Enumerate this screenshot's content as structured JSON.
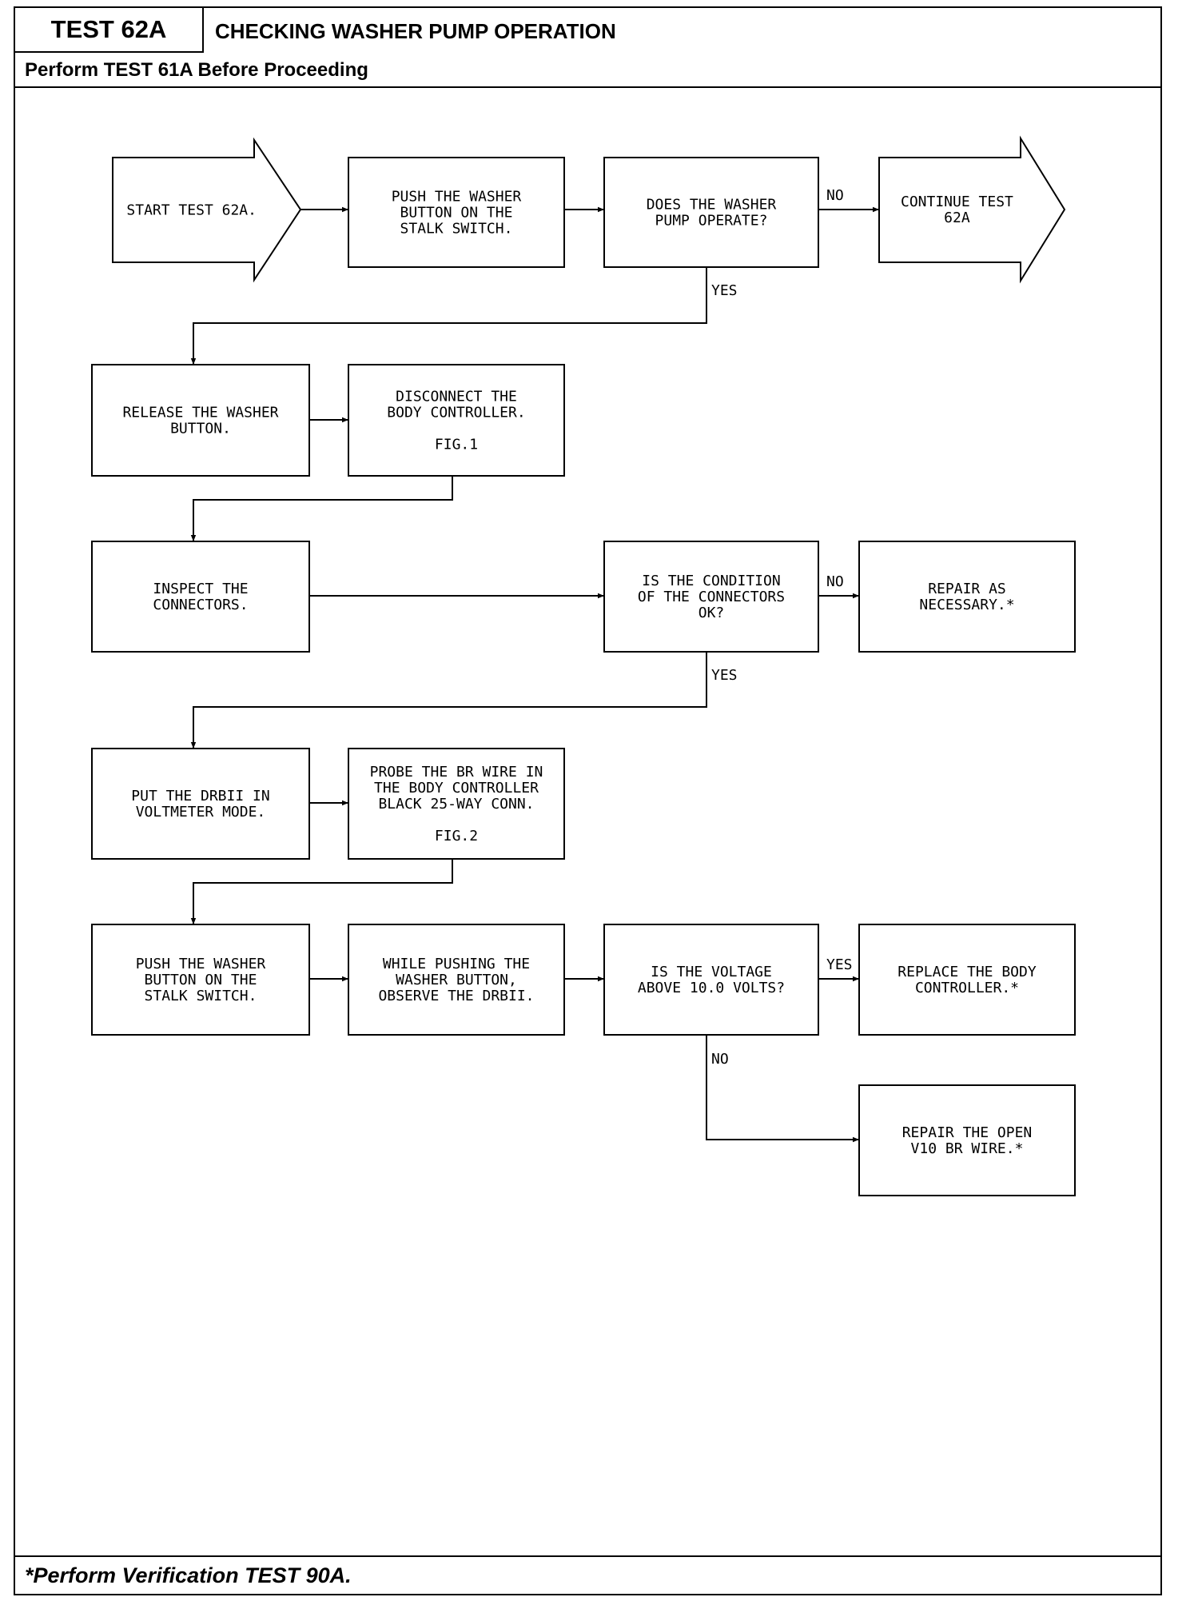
{
  "header": {
    "test_id": "TEST 62A",
    "title": "CHECKING WASHER PUMP OPERATION",
    "prerequisite": "Perform TEST 61A Before Proceeding"
  },
  "footer": {
    "note": "*Perform Verification TEST 90A."
  },
  "nodes": {
    "start": [
      "START TEST 62A."
    ],
    "push1": [
      "PUSH THE WASHER",
      "BUTTON ON THE",
      "STALK SWITCH."
    ],
    "q_pump": [
      "DOES THE WASHER",
      "PUMP OPERATE?"
    ],
    "continue": [
      "CONTINUE TEST",
      "62A"
    ],
    "release": [
      "RELEASE THE WASHER",
      "BUTTON."
    ],
    "disconnect": [
      "DISCONNECT THE",
      "BODY CONTROLLER.",
      "",
      "FIG.1"
    ],
    "inspect": [
      "INSPECT THE",
      "CONNECTORS."
    ],
    "q_cond": [
      "IS THE CONDITION",
      "OF THE CONNECTORS",
      "OK?"
    ],
    "repair_nec": [
      "REPAIR AS",
      "NECESSARY.*"
    ],
    "drbii": [
      "PUT THE DRBII IN",
      "VOLTMETER MODE."
    ],
    "probe": [
      "PROBE THE BR WIRE IN",
      "THE BODY CONTROLLER",
      "BLACK 25-WAY CONN.",
      "",
      "FIG.2"
    ],
    "push2": [
      "PUSH THE WASHER",
      "BUTTON ON THE",
      "STALK SWITCH."
    ],
    "while": [
      "WHILE PUSHING THE",
      "WASHER BUTTON,",
      "OBSERVE THE DRBII."
    ],
    "q_volt": [
      "IS THE VOLTAGE",
      "ABOVE 10.0 VOLTS?"
    ],
    "replace": [
      "REPLACE THE BODY",
      "CONTROLLER.*"
    ],
    "repair_open": [
      "REPAIR THE OPEN",
      "V10 BR WIRE.*"
    ]
  },
  "labels": {
    "q_pump_no": "NO",
    "q_pump_yes": "YES",
    "q_cond_no": "NO",
    "q_cond_yes": "YES",
    "q_volt_yes": "YES",
    "q_volt_no": "NO"
  }
}
